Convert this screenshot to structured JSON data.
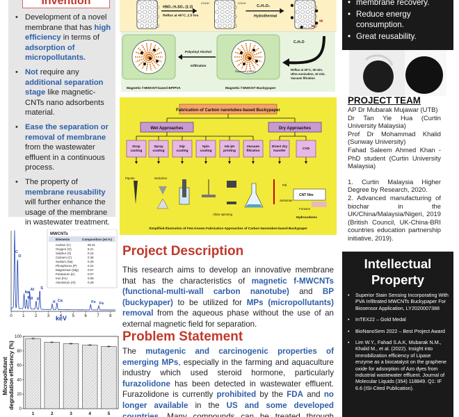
{
  "invention": {
    "title": "Invention",
    "items": [
      [
        "Development of a novel membrane that has ",
        [
          "blue",
          "high efficiency"
        ],
        " in terms of ",
        [
          "blue",
          "adsorption of micropollutants."
        ]
      ],
      [
        [
          "blue",
          "Not"
        ],
        " require any ",
        [
          "blue",
          "additional separation stage"
        ],
        " like magnetic-CNTs nano adsorbents material."
      ],
      [
        [
          "blue",
          "Ease the separation or removal of membrane"
        ],
        " from the wastewater effluent in a continuous process."
      ],
      [
        "The property of ",
        [
          "blue",
          "membrane reusability"
        ],
        " will further enhance the usage of the membrane in wastewater treatment."
      ]
    ]
  },
  "spectrum": {
    "table_title": "MWCNTs",
    "col_headers": [
      "Elements",
      "Composition (wt.%)"
    ],
    "rows": [
      [
        "Carbon (C)",
        "90.21"
      ],
      [
        "Oxygen (O)",
        "8.21"
      ],
      [
        "Sulphur (S)",
        "0.16"
      ],
      [
        "Calcium (C)",
        "0.36"
      ],
      [
        "Sodium (Na)",
        "0.29"
      ],
      [
        "Phosphorus (P)",
        "0.24"
      ],
      [
        "Magnesium (Mg)",
        "0.07"
      ],
      [
        "Potassium (K)",
        "0.07"
      ],
      [
        "Iron (Fe)",
        "0.08"
      ],
      [
        "Aluminium (Al)",
        "0.28"
      ]
    ],
    "peak_labels": [
      "C",
      "O",
      "Na",
      "Mg",
      "Al",
      "S",
      "P",
      "K",
      "Ca",
      "Fe",
      "Fe"
    ],
    "x_ticks": [
      "0",
      "1",
      "2",
      "3",
      "4",
      "5",
      "6",
      "7",
      "8"
    ],
    "x_label": "keV",
    "colors": {
      "trace": "#1a3fb0",
      "accent": "#cc0000"
    }
  },
  "chart_data": {
    "type": "bar",
    "categories": [
      "1",
      "2",
      "3",
      "4",
      "5"
    ],
    "values": [
      97,
      92,
      90,
      88,
      86
    ],
    "ylabel": "Micropollutant degradation efficiency (%)",
    "ylim": [
      0,
      100
    ],
    "yticks": [
      0,
      20,
      40,
      60,
      80,
      100
    ]
  },
  "scheme_top": {
    "reagent1": "HNO₃:H₂SO₄ (1:3)",
    "cond1": "Reflux at 40°C, 2.5 hrs",
    "reagent2": "C₂H₄O₂",
    "step2": "Hydrothermal",
    "cooh": "COOH",
    "nums": [
      "35",
      "96"
    ]
  },
  "scheme_mid": {
    "left_label": "Magnetic f-MWCNT-based BP/PVA",
    "center_label": "Magnetic f-MWCNT Buckypaper",
    "pva": "Polyvinyl Alcohol",
    "infiltration": "Infiltration",
    "dispersant": "Dispersant (DMSO)",
    "solvent": "C₂H₆O",
    "reflux": "Reflux at 30°C, 30 min.",
    "ultra": "Ultra sonication, 10 min.",
    "vacuum": "Vacuum filtration"
  },
  "scheme_fab": {
    "title": "Fabrication of Carbon nanotubes-based Buckypaper",
    "wet": "Wet Approaches",
    "dry": "Dry Approaches",
    "methods": [
      "Drop casting",
      "Spray coating",
      "Dip coating",
      "Spin coating",
      "Ink-jet printing",
      "Vacuum filtration",
      "Direct dry transfer",
      "CVD"
    ],
    "labels": {
      "pipette": "Pipette",
      "nebulizer": "Nebulizer",
      "allow": "Allow spinning",
      "pdi": "Pdl",
      "cnt": "CNT film",
      "substrate": "Substrate",
      "furnace": "Furnace",
      "hydrocarbons": "Hydrocarbons"
    },
    "caption": "Simplified Illustration of Few Known Fabrication Approaches of Carbon Nanotubes-based Buckypaper"
  },
  "description": {
    "title": "Project Description",
    "text": [
      "This research aims to develop an innovative membrane that has the characteristics of ",
      [
        "blue",
        "magnetic f-MWCNTs (functional-multi-wall carbon nanotube)"
      ],
      " and ",
      [
        "blue",
        "BP (buckypaper)"
      ],
      " to be utilized for ",
      [
        "blue",
        "MPs (micropollutants) removal"
      ],
      " from the aqueous phase without the use of an external magnetic field for separation."
    ]
  },
  "problem": {
    "title": "Problem Statement",
    "text": [
      "The ",
      [
        "blue",
        "mutagenic and carcinogenic properties of emerging MPs"
      ],
      ", especially in the farming and aquaculture industry which used steroid hormone, particularly ",
      [
        "blue",
        "furazolidone"
      ],
      " has been detected in wastewater effluent. Furazolidone is currently ",
      [
        "blue",
        "prohibited"
      ],
      " by the ",
      [
        "blue",
        "FDA"
      ],
      " and ",
      [
        "blue",
        "no longer available"
      ],
      " in the ",
      [
        "blue",
        "US and some developed countries"
      ],
      ". Many compounds can be treated through conventional methods, but not for"
    ]
  },
  "advantages": {
    "items": [
      "membrane recovery.",
      "Reduce energy consumption.",
      "Great reusability."
    ]
  },
  "team": {
    "title": "PROJECT TEAM",
    "members": [
      "AP Dr Mubarak Mujawar (UTB)",
      "Dr Tan Yie Hua (Curtin University Malaysia)",
      "Prof Dr Mohammad Khalid (Sunway University)",
      "Fahad Saleem Ahmed Khan - PhD student (Curtin University Malaysia)"
    ],
    "grants": [
      "1. Curtin Malaysia Higher Degree by Research, 2020.",
      "2. Advanced manufacturing of biochar in the UK/China/Malaysia/Nigeri, 2019 (British Council, UK-China-BRI countries education partnership initiative, 2019)."
    ]
  },
  "ip": {
    "title": "Intellectual Property",
    "items": [
      "Superior Stain Sensing Incorporating With PVA Infiltrated MWCNTs Buckypaper For Biosensor Application, LY2020007388",
      "InTEX22 – Gold Medal",
      "BioNanoSem 2022 – Best Project Award",
      "Lim W.Y., Fahad S.A.K, Mubarak N.M., Khalid M., et al. (2022). Insight into immobilization efficiency of Lipase enzyme as a biocatalyst on the graphene oxide for adsorption of Azo dyes from industrial wastewater effluent. Journal of Molecular Liquids (354) 118849. Q1: IF 6.6 (ISI-Cited Publication)."
    ]
  }
}
